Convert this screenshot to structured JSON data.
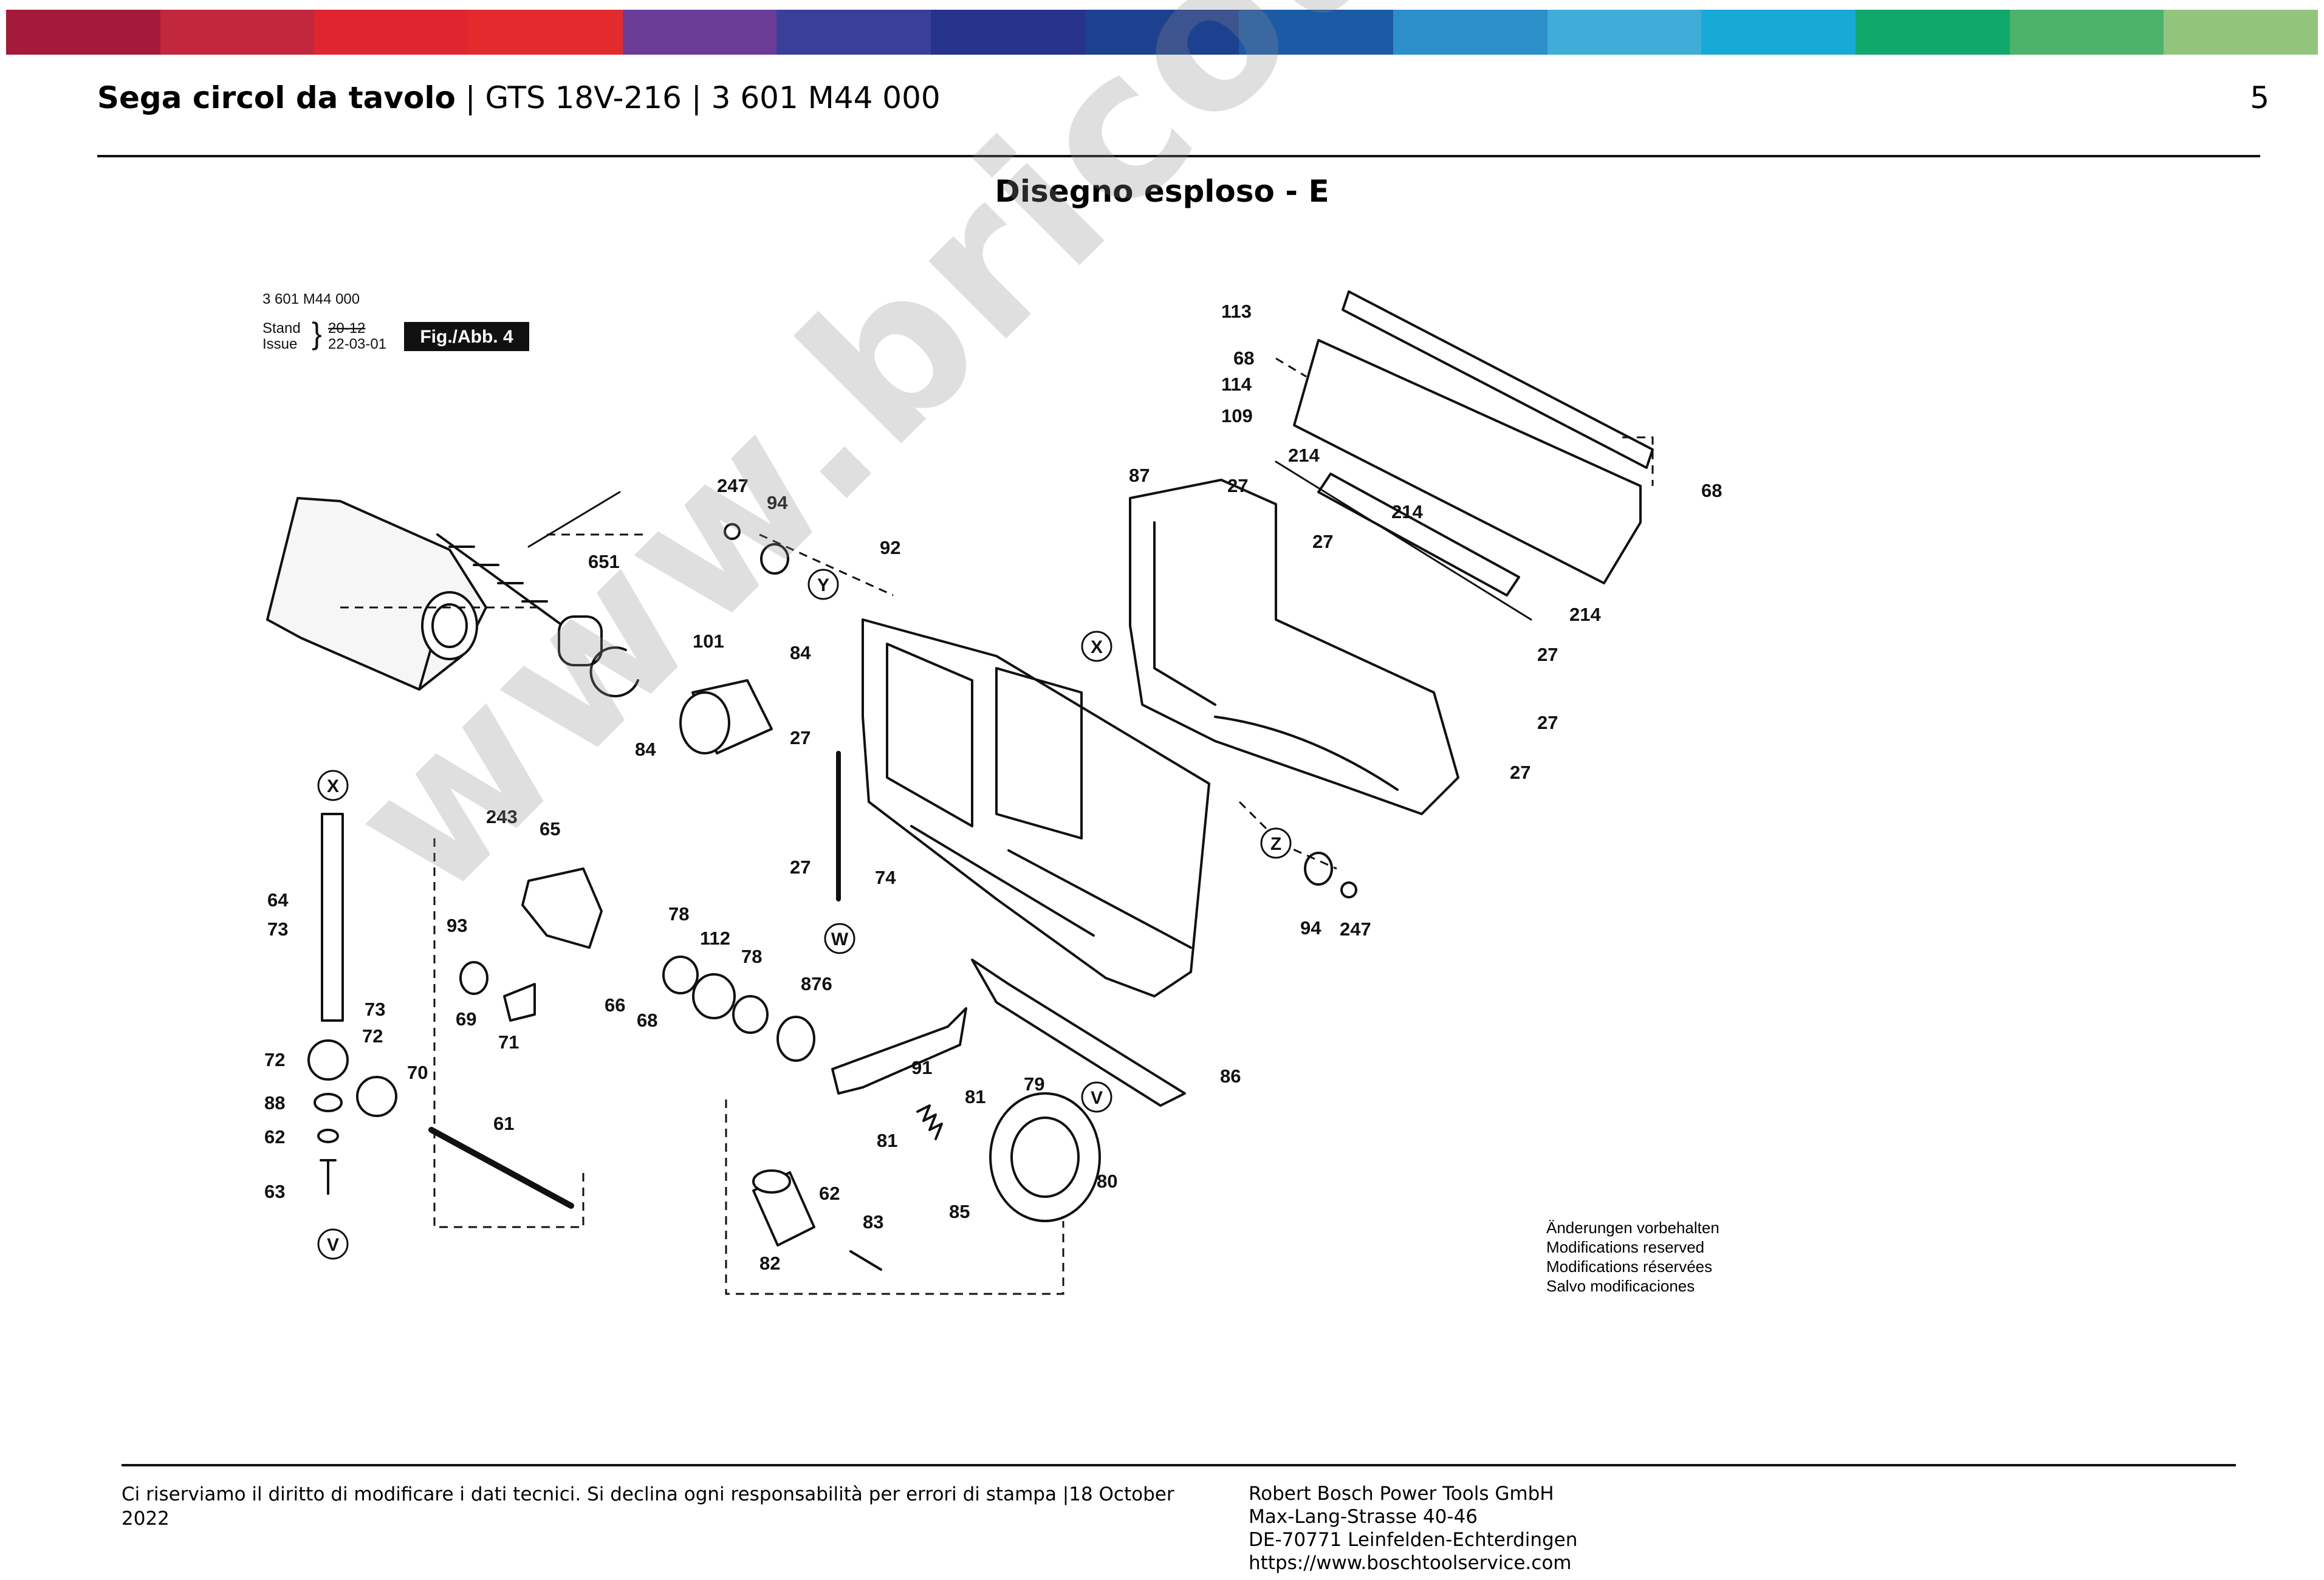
{
  "header": {
    "title_bold": "Sega circol da tavolo",
    "title_rest": " | GTS 18V-216 | 3 601 M44 000",
    "page_number": "5"
  },
  "section_title": "Disegno esploso - E",
  "drawing_info": {
    "part_number": "3 601 M44 000",
    "stand_label": "Stand",
    "issue_label": "Issue",
    "old_date": "20-12",
    "issue_date": "22-03-01",
    "figure_label": "Fig./Abb. 4"
  },
  "callouts": [
    "113",
    "68",
    "114",
    "109",
    "214",
    "87",
    "27",
    "214",
    "27",
    "68",
    "247",
    "94",
    "651",
    "92",
    "214",
    "Y",
    "27",
    "101",
    "84",
    "X",
    "27",
    "27",
    "84",
    "27",
    "X",
    "243",
    "65",
    "Z",
    "27",
    "64",
    "73",
    "93",
    "78",
    "74",
    "94",
    "247",
    "112",
    "W",
    "78",
    "876",
    "73",
    "69",
    "66",
    "68",
    "71",
    "72",
    "72",
    "70",
    "91",
    "79",
    "86",
    "88",
    "81",
    "V",
    "62",
    "81",
    "61",
    "80",
    "62",
    "85",
    "63",
    "83",
    "V",
    "82"
  ],
  "watermark": "www.bricoutensili.com",
  "notes": [
    "Änderungen vorbehalten",
    "Modifications reserved",
    "Modifications réservées",
    "Salvo modificaciones"
  ],
  "footer": {
    "left": "Ci riserviamo il diritto di modificare i dati tecnici. Si declina ogni responsabilità per errori di stampa |18 October 2022",
    "company": "Robert Bosch Power Tools GmbH",
    "street": "Max-Lang-Strasse 40-46",
    "city": "DE-70771 Leinfelden-Echterdingen",
    "website": "https://www.boschtoolservice.com"
  },
  "colors": {
    "band": [
      "#a51a3a",
      "#c2273d",
      "#e02530",
      "#e32b2e",
      "#6b3b96",
      "#3a3f99",
      "#27338a",
      "#1e418f",
      "#1d5aa6",
      "#2c8fc9",
      "#3eaed8",
      "#18aad6",
      "#10a86b",
      "#4db36a",
      "#93c47d"
    ],
    "line": "#111111",
    "watermark": "#8c8c8c"
  }
}
